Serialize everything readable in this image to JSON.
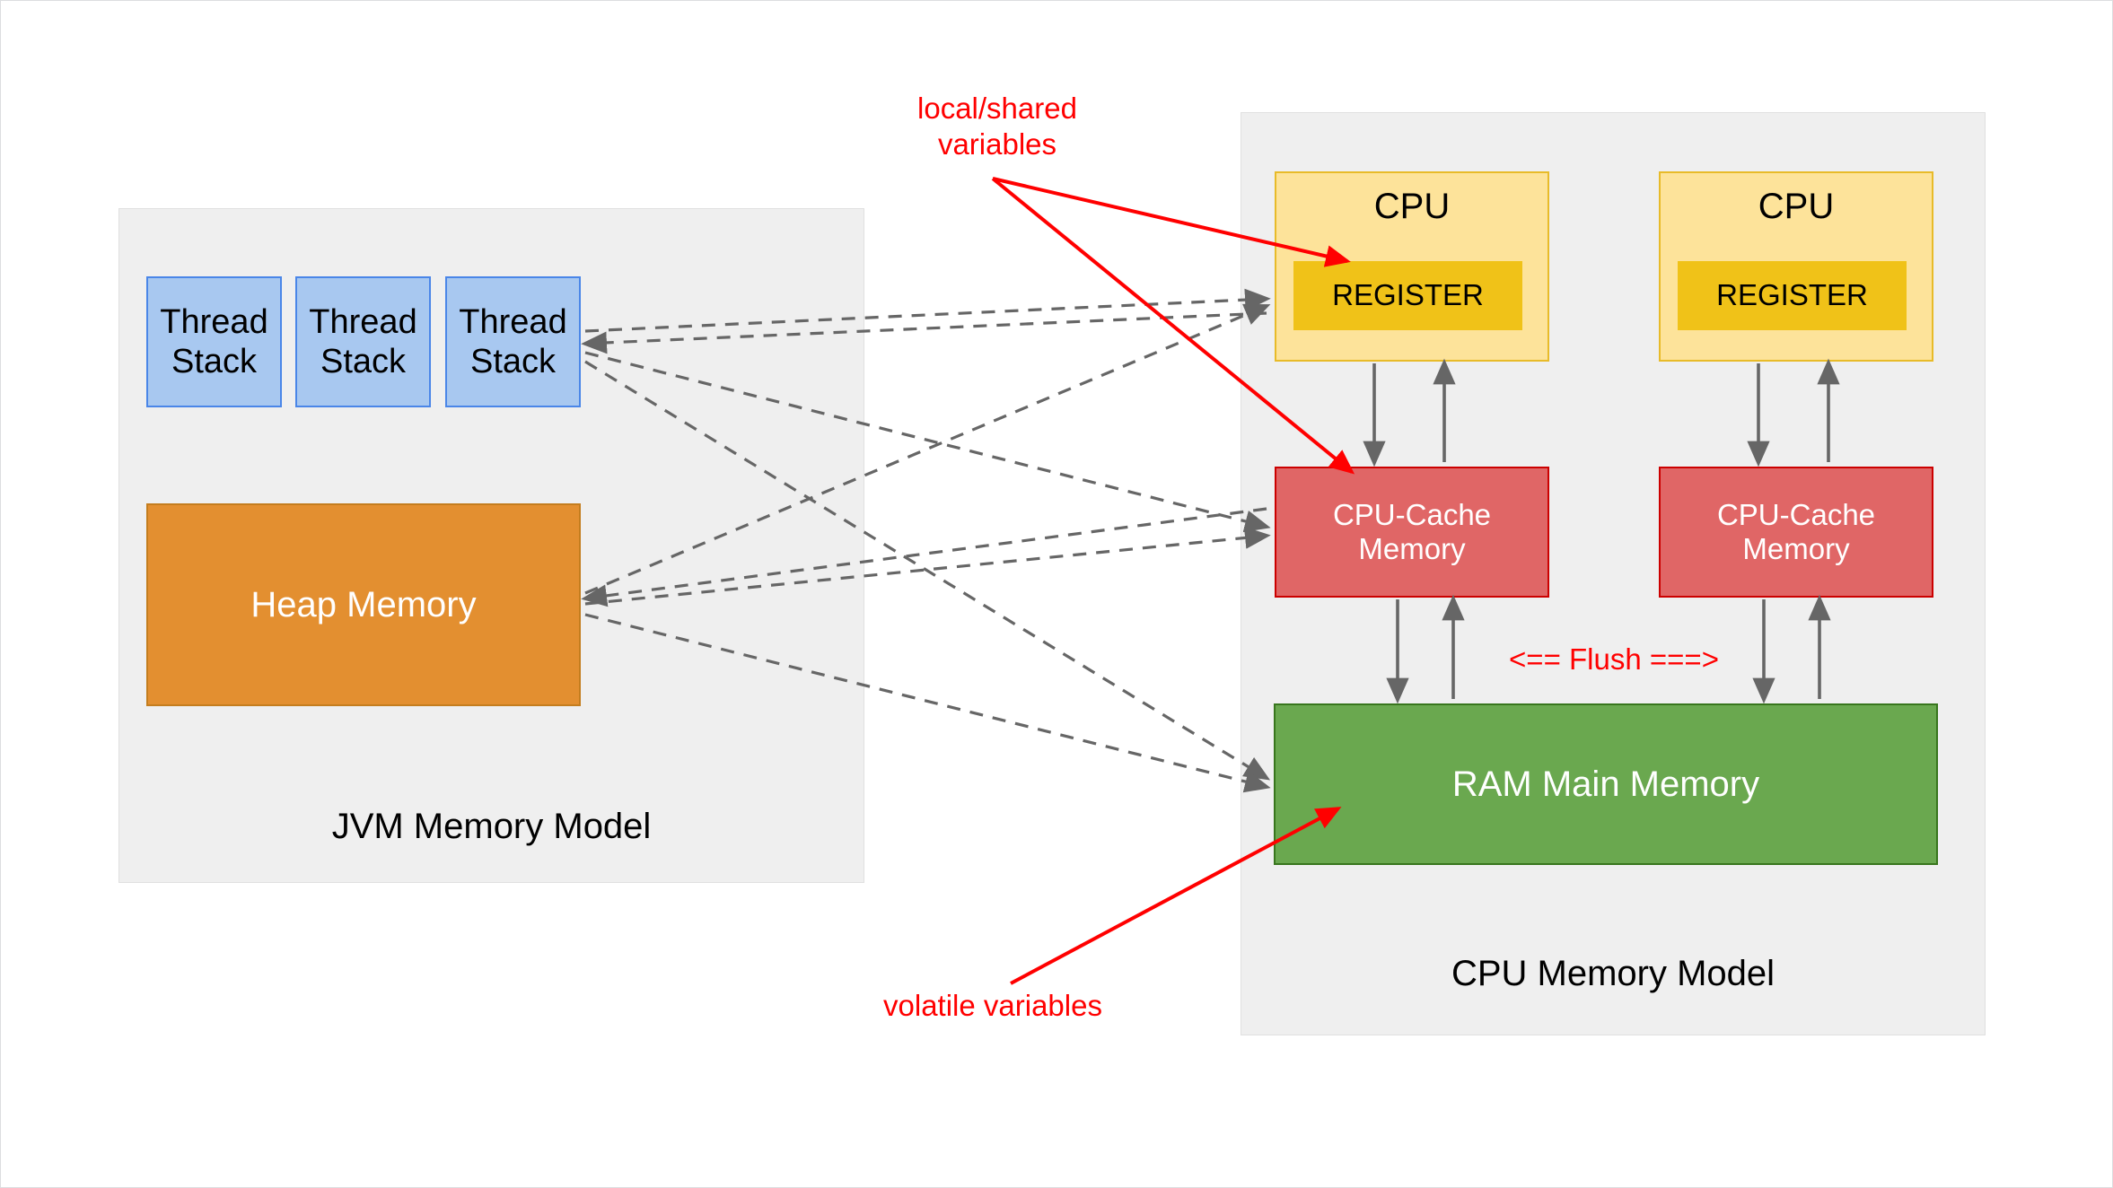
{
  "diagram": {
    "title_jvm": "JVM Memory Model",
    "title_cpu": "CPU Memory Model"
  },
  "jvm": {
    "label": "JVM Memory Model",
    "thread_stacks": [
      {
        "label": "Thread\nStack"
      },
      {
        "label": "Thread\nStack"
      },
      {
        "label": "Thread\nStack"
      }
    ],
    "heap": {
      "label": "Heap Memory"
    }
  },
  "cpu_model": {
    "label": "CPU Memory Model",
    "cores": [
      {
        "cpu_label": "CPU",
        "register_label": "REGISTER",
        "cache_label": "CPU-Cache\nMemory"
      },
      {
        "cpu_label": "CPU",
        "register_label": "REGISTER",
        "cache_label": "CPU-Cache\nMemory"
      }
    ],
    "ram": {
      "label": "RAM Main Memory"
    },
    "flush_label": "<== Flush ===>"
  },
  "annotations": {
    "local_shared": "local/shared\nvariables",
    "volatile": "volatile variables"
  },
  "colors": {
    "thread_stack_fill": "#a8c8f0",
    "thread_stack_stroke": "#4a86e8",
    "heap_fill": "#e38f30",
    "heap_stroke": "#c47d1e",
    "cpu_fill": "#fde39a",
    "cpu_stroke": "#e8bb29",
    "register_fill": "#f0c218",
    "cache_fill": "#e06666",
    "cache_stroke": "#cc0000",
    "ram_fill": "#6aa84f",
    "ram_stroke": "#38761d",
    "container_fill": "#efefef",
    "annotation_red": "#ff0000",
    "connector_gray": "#666666"
  }
}
